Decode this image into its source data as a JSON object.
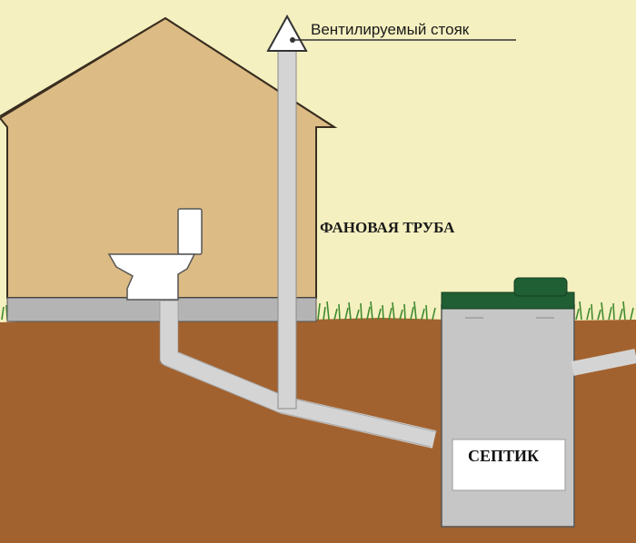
{
  "labels": {
    "vent_riser": "Вентилируемый стояк",
    "drain_pipe": "ФАНОВАЯ ТРУБА",
    "septic": "СЕПТИК"
  },
  "colors": {
    "sky": "#f5f0c0",
    "soil": "#a2622f",
    "house_wall": "#dcbb85",
    "foundation": "#b4b4b4",
    "pipe": "#d4d4d4",
    "septic_tank": "#c6c6c6",
    "tank_lid": "#1f5f33",
    "grass": "#3f8a2e"
  },
  "icons": {
    "vent_cap": "vent-cap-icon",
    "toilet": "toilet-icon"
  }
}
